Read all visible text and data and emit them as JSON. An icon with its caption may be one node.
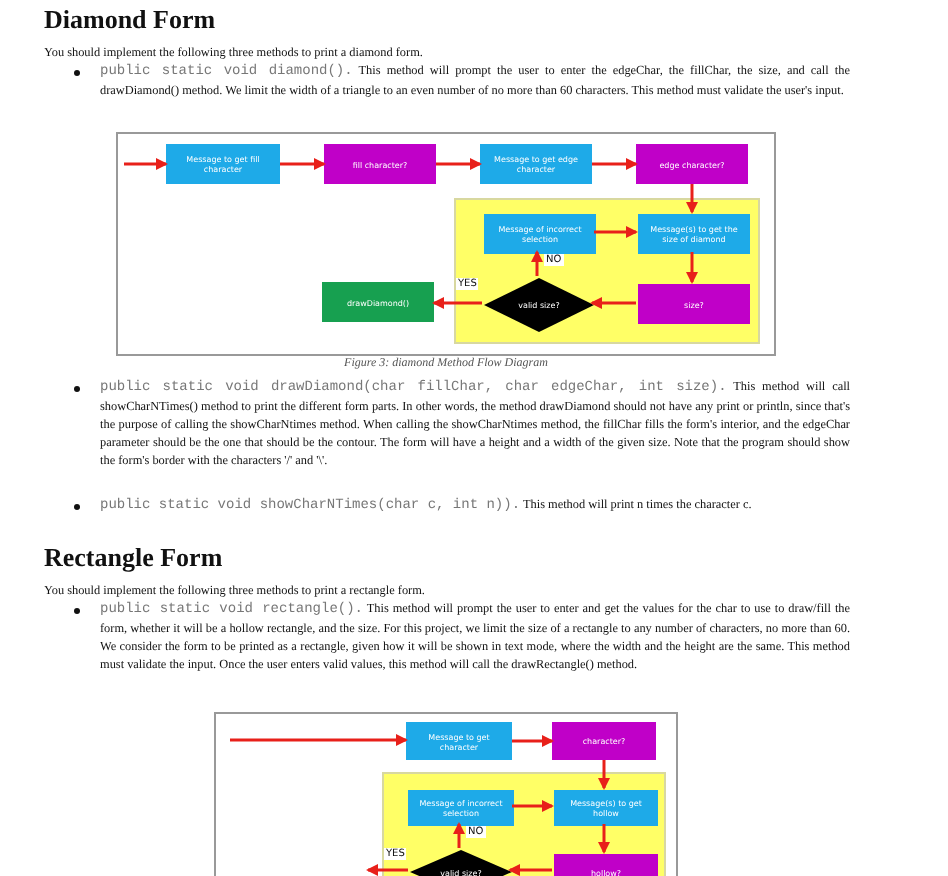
{
  "diagram": {
    "caption": "Figure 3: diamond Method Flow Diagram",
    "nodes": [
      {
        "text": [
          "Message to get fill character"
        ]
      },
      {
        "text": [
          "fill character?"
        ]
      },
      {
        "text": [
          "Message to get edge character"
        ]
      },
      {
        "text": [
          "edge character?"
        ]
      },
      {
        "text": [],
        "shape": "box"
      },
      {
        "text": [
          "Message of incorrect selection"
        ],
        "in": 4
      },
      {
        "text": [
          "Message(s) to get the size of diamond"
        ],
        "in": 4
      },
      {
        "text": [
          "valid size?"
        ],
        "in": 4
      },
      {
        "text": [
          "size?"
        ],
        "in": 4
      },
      {
        "text": [
          "drawDiamond()"
        ]
      },
      {
        "text": [
          "Message to get character"
        ]
      },
      {
        "text": [
          "character?"
        ]
      },
      {
        "text": [],
        "shape": "box"
      },
      {
        "text": [
          "Message of incorrect selection"
        ],
        "in": 12
      },
      {
        "text": [
          "Message(s) to get hollow"
        ],
        "in": 12
      },
      {
        "text": [
          "valid size?"
        ],
        "in": 12
      },
      {
        "text": [
          "hollow?"
        ],
        "in": 12
      }
    ],
    "edges": [
      {
        "from": null,
        "to": 0,
        "arrow": "to"
      },
      {
        "from": 0,
        "to": 1,
        "arrow": "to"
      },
      {
        "from": 1,
        "to": 2,
        "arrow": "to"
      },
      {
        "from": 2,
        "to": 3,
        "arrow": "to"
      },
      {
        "from": 3,
        "to": 6,
        "arrow": "to"
      },
      {
        "from": 5,
        "to": 6,
        "arrow": "to"
      },
      {
        "from": 6,
        "to": 8,
        "arrow": "to"
      },
      {
        "from": 8,
        "to": 7,
        "arrow": "to"
      },
      {
        "from": 7,
        "to": 5,
        "arrow": "to",
        "label": "NO"
      },
      {
        "from": 7,
        "to": 9,
        "arrow": "to",
        "label": "YES"
      },
      {
        "from": null,
        "to": 10,
        "arrow": "to"
      },
      {
        "from": 10,
        "to": 11,
        "arrow": "to"
      },
      {
        "from": 11,
        "to": 14,
        "arrow": "to"
      },
      {
        "from": 13,
        "to": 14,
        "arrow": "to"
      },
      {
        "from": 14,
        "to": 16,
        "arrow": "to"
      },
      {
        "from": 16,
        "to": 15,
        "arrow": "to"
      },
      {
        "from": 15,
        "to": 13,
        "arrow": "to",
        "label": "NO"
      },
      {
        "from": 15,
        "to": null,
        "arrow": "to",
        "label": "YES"
      }
    ],
    "labels": [
      "Diamond Form",
      "You should implement the following three methods to print a diamond form.",
      "public static void diamond().",
      "This method will prompt the user to enter the edgeChar, the fillChar, the size, and call the drawDiamond() method. We limit the width of a triangle to an even number of no more than 60 characters. This method must validate the user's input.",
      "public static void drawDiamond(char fillChar, char edgeChar, int size).",
      "This method will call showCharNTimes() method to print the different form parts. In other words, the method drawDiamond should not have any print or println, since that's the purpose of calling the showCharNtimes method. When calling the showCharNtimes method, the fillChar fills the form's interior, and the edgeChar parameter should be the one that should be the contour. The form will have a height and a width of the given size. Note that the program should show the form's border with the characters '/' and '\\'.",
      "public static void showCharNTimes(char c, int n)).",
      "This method will print n times the character c.",
      "Rectangle Form",
      "You should implement the following three methods to print a rectangle form.",
      "public static void rectangle().",
      "This method will prompt the user to enter and get the values for the char to use to draw/fill the form, whether it will be a hollow rectangle, and the size. For this project, we limit the size of a rectangle to any number of characters, no more than 60. We consider the form to be printed as a rectangle, given how it will be shown in text mode, where the width and the height are the same. This method must validate the input. Once the user enters valid values, this method will call the drawRectangle() method."
    ]
  }
}
